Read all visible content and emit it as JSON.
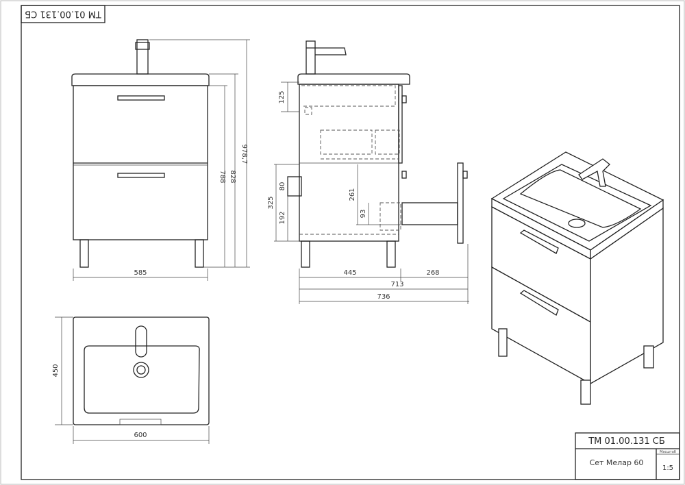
{
  "stamp": {
    "code_rotated": "ТМ 01.00.131 СБ"
  },
  "title_block": {
    "code": "ТМ 01.00.131 СБ",
    "name": "Сет Мелар 60",
    "scale_label": "Масштаб",
    "scale_value": "1:5"
  },
  "front_view": {
    "width": "585",
    "h_cabinet": "788",
    "h_basin": "828",
    "h_total": "978,7"
  },
  "side_view": {
    "d_125": "125",
    "d_80": "80",
    "d_192": "192",
    "d_325": "325",
    "d_261": "261",
    "d_93": "93",
    "d_445": "445",
    "d_268": "268",
    "d_713": "713",
    "d_736": "736"
  },
  "top_view": {
    "depth": "450",
    "width": "600"
  }
}
